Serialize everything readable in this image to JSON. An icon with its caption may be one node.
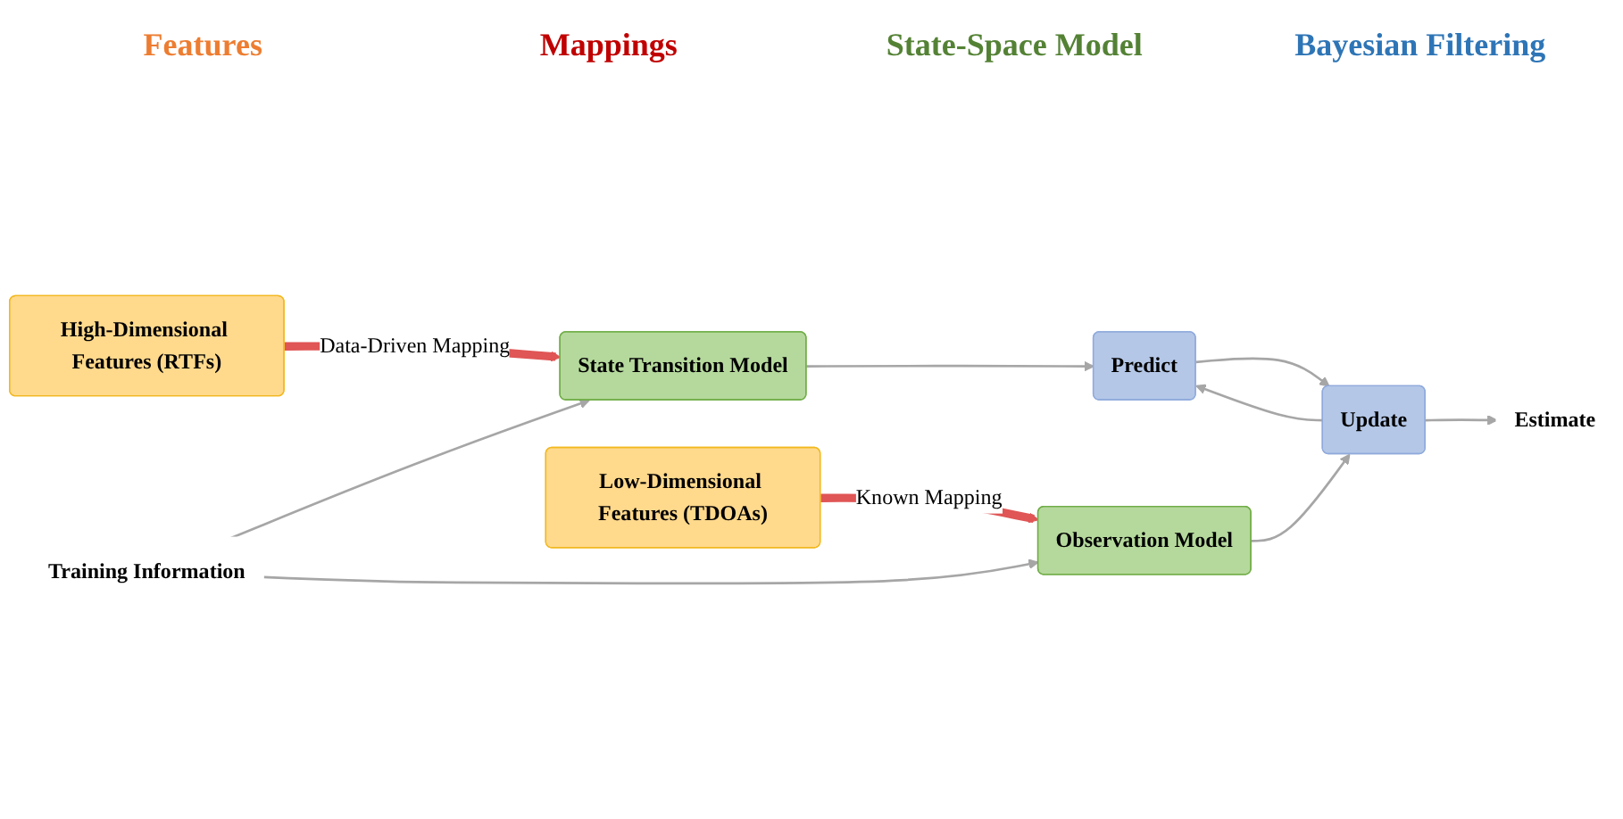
{
  "diagram": {
    "nodes": [
      {
        "text": [
          "High-Dimensional Features (RTFs)"
        ]
      },
      {
        "text": [
          "State Transition Model"
        ]
      },
      {
        "text": [
          "Predict"
        ]
      },
      {
        "text": [
          "Training Information"
        ]
      },
      {
        "text": [
          "Low-Dimensional Features (TDOAs)"
        ]
      },
      {
        "text": [
          "Observation Model"
        ]
      },
      {
        "text": [
          "Update"
        ]
      },
      {
        "text": [
          "Estimate"
        ]
      }
    ],
    "edges": [
      {
        "from": 0,
        "to": 1,
        "arrow": "to",
        "label": "Data-Driven Mapping",
        "style": "thick",
        "color": "#e05555"
      },
      {
        "from": 1,
        "to": 2,
        "arrow": "to"
      },
      {
        "from": 3,
        "to": 1,
        "arrow": "to"
      },
      {
        "from": 3,
        "to": 5,
        "arrow": "to"
      },
      {
        "from": 2,
        "to": 6,
        "arrow": "to"
      },
      {
        "from": 6,
        "to": 2,
        "arrow": "to"
      },
      {
        "from": 4,
        "to": 5,
        "arrow": "to",
        "label": "Known Mapping",
        "style": "thick",
        "color": "#e05555"
      },
      {
        "from": 5,
        "to": 6,
        "arrow": "to"
      },
      {
        "from": 6,
        "to": 7,
        "arrow": "to"
      }
    ],
    "labels": [
      "Features",
      "Mappings",
      "State-Space Model",
      "Bayesian Filtering"
    ]
  }
}
